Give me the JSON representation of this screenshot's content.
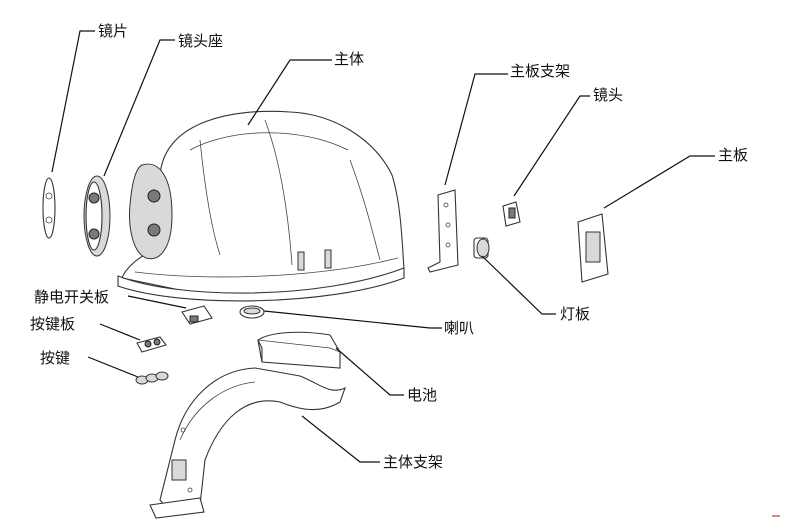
{
  "labels": {
    "lens": "镜片",
    "lens_mount": "镜头座",
    "main_body": "主体",
    "board_bracket": "主板支架",
    "camera": "镜头",
    "mainboard": "主板",
    "esd_switch_board": "静电开关板",
    "speaker": "喇叭",
    "button_board": "按键板",
    "button": "按键",
    "light_board": "灯板",
    "battery": "电池",
    "body_bracket": "主体支架"
  }
}
